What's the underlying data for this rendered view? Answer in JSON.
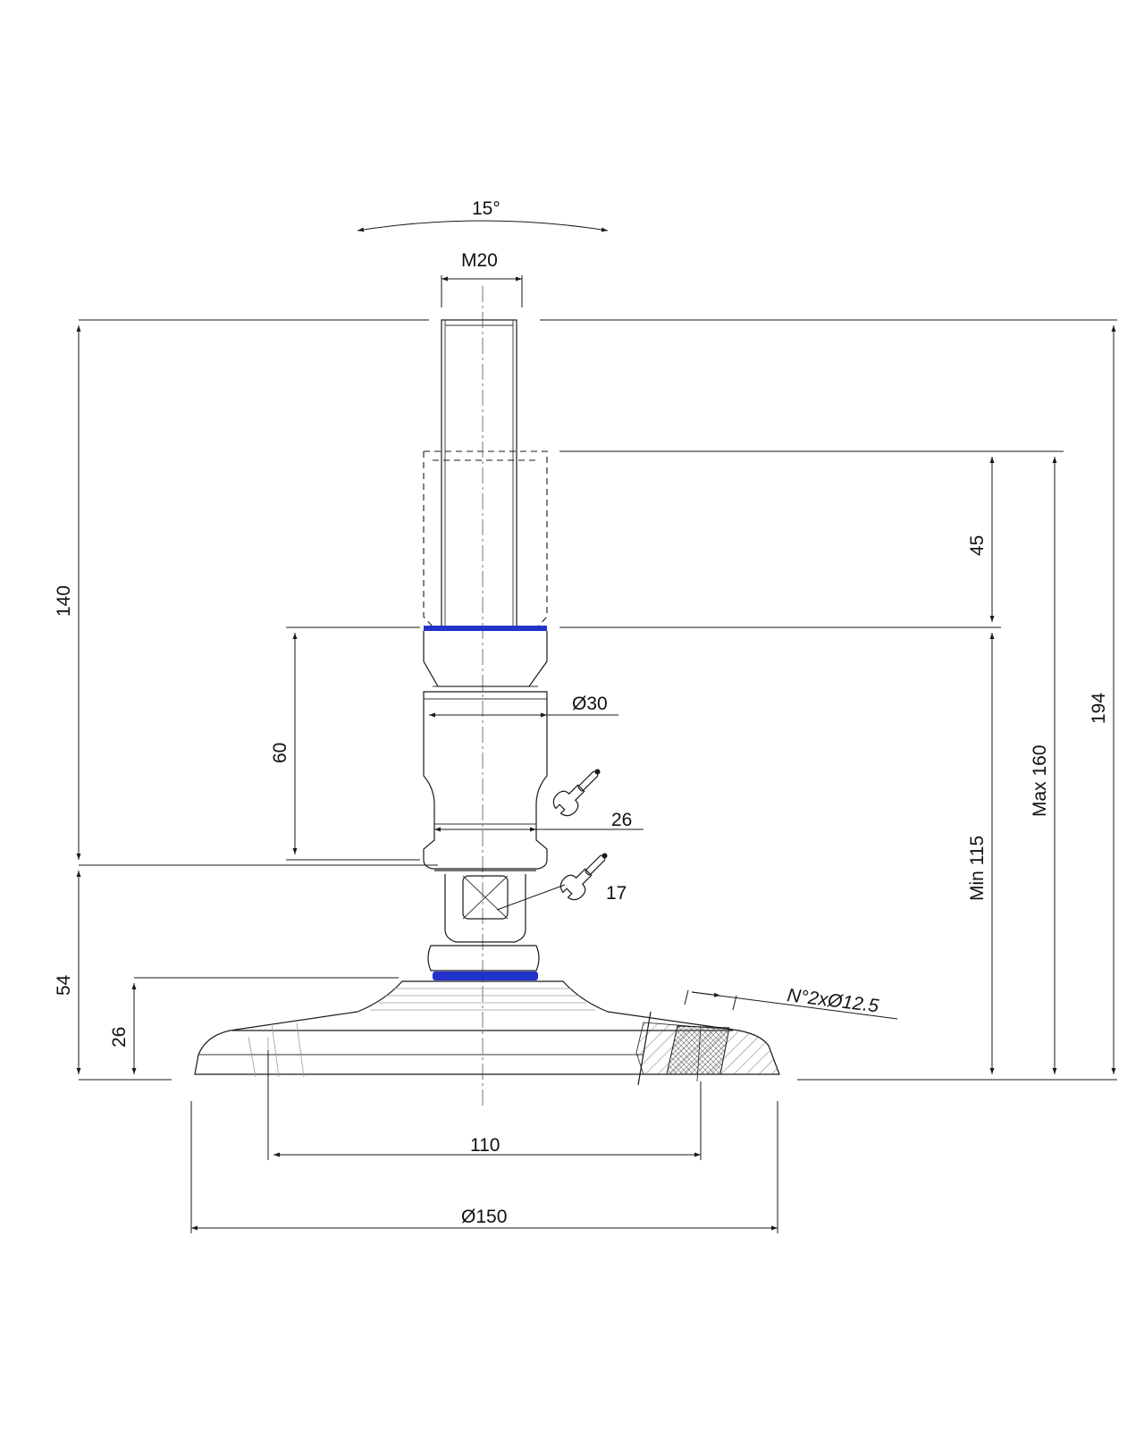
{
  "drawing": {
    "accent_color": "#2233cc",
    "labels": {
      "angle": "15°",
      "thread": "M20",
      "stroke_top": "45",
      "total_height": "140",
      "housing_height": "60",
      "housing_diameter": "Ø30",
      "wrench_large": "26",
      "wrench_small": "17",
      "lower_height": "54",
      "base_height": "26",
      "min_height": "Min 115",
      "max_height": "Max 160",
      "overall_height": "194",
      "holes": "N°2xØ12.5",
      "hole_spacing": "110",
      "base_diameter": "Ø150"
    },
    "icons": [
      "wrench-icon",
      "wrench-icon"
    ]
  }
}
